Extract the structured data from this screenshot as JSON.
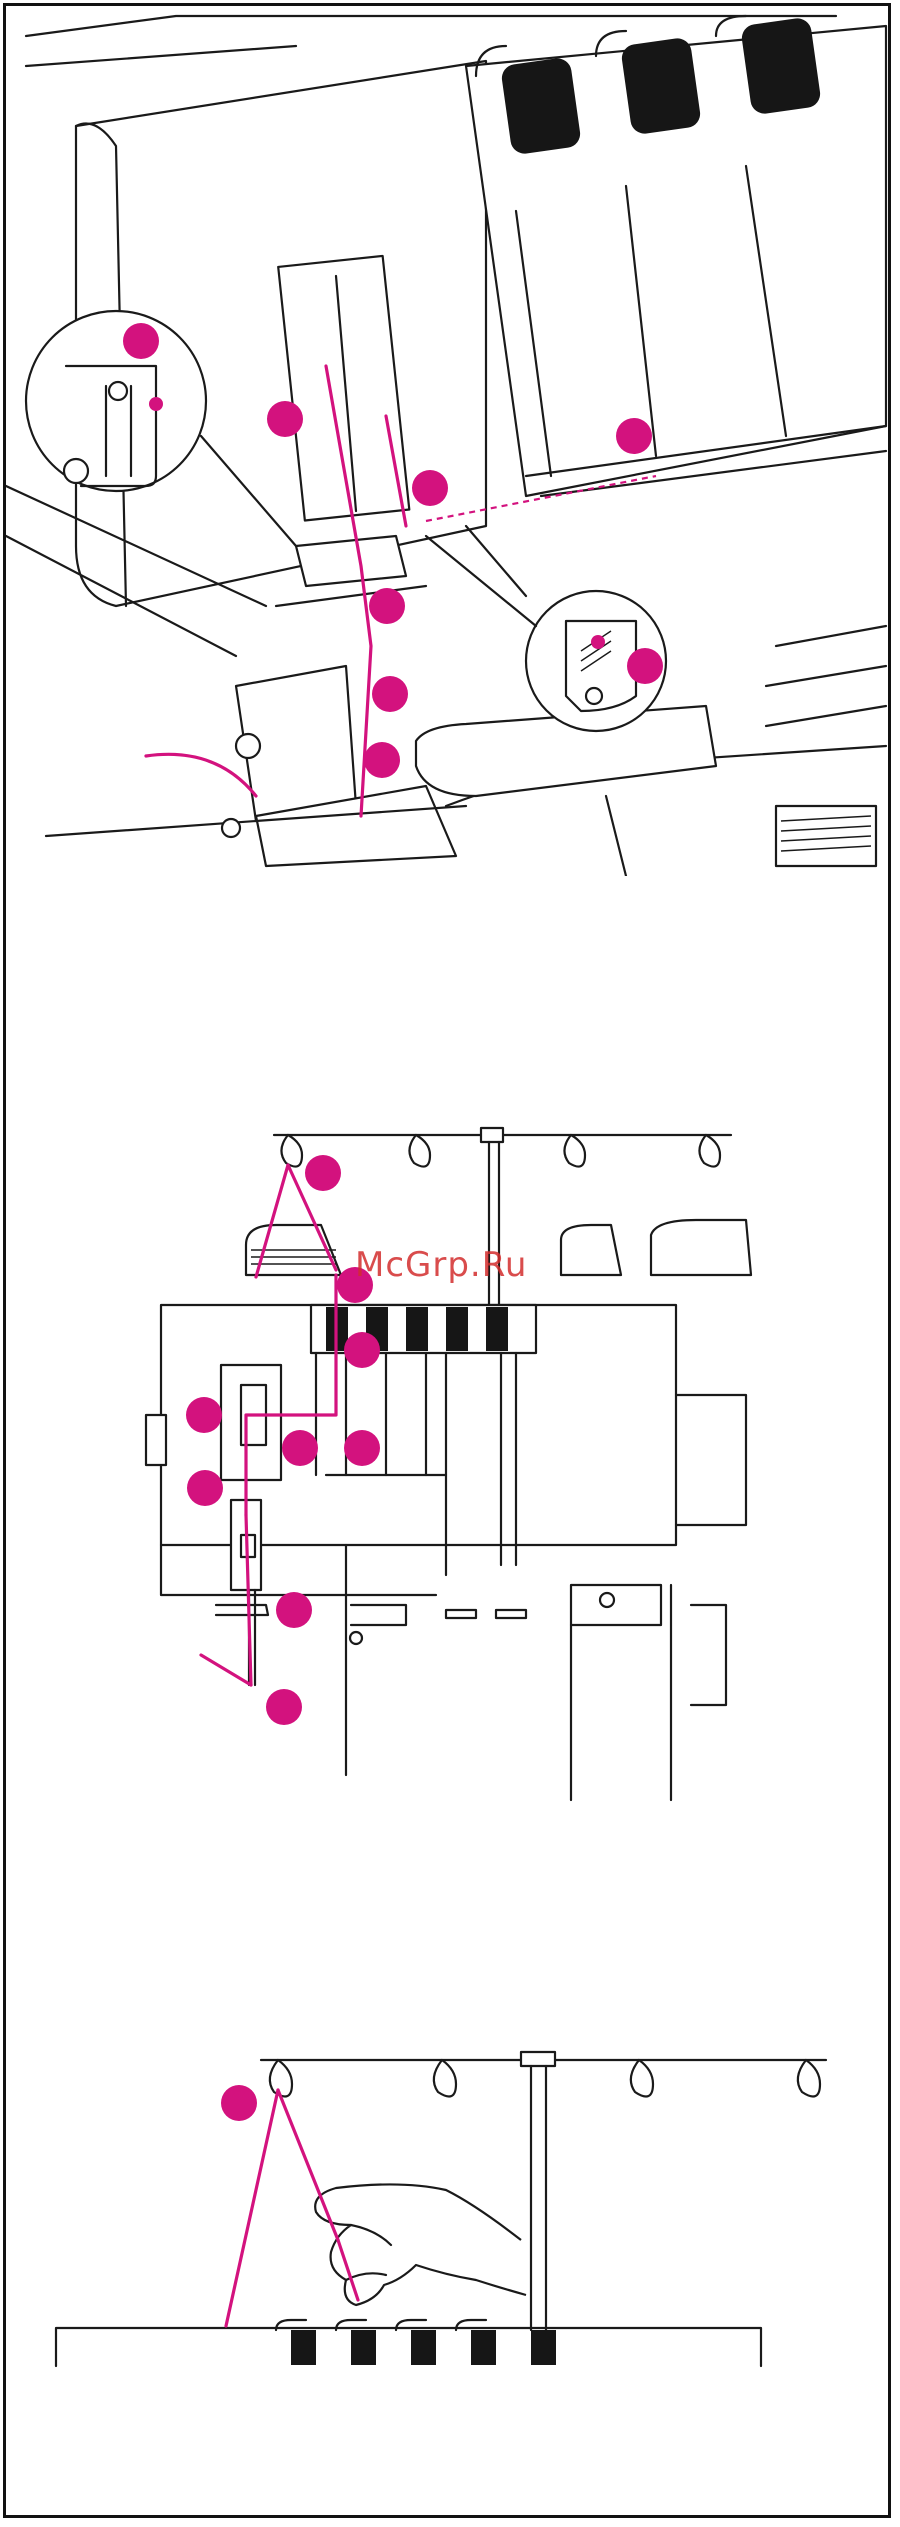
{
  "watermark": {
    "text": "McGrp.Ru"
  },
  "colors": {
    "accent": "#d3127e",
    "line": "#1a1a1a",
    "background": "#ffffff",
    "watermark": "#d32d2d"
  },
  "panels": [
    {
      "id": "threading-closeup",
      "markers": 9
    },
    {
      "id": "threading-front-view",
      "markers": 10
    },
    {
      "id": "thread-stand-hand",
      "markers": 1
    }
  ]
}
